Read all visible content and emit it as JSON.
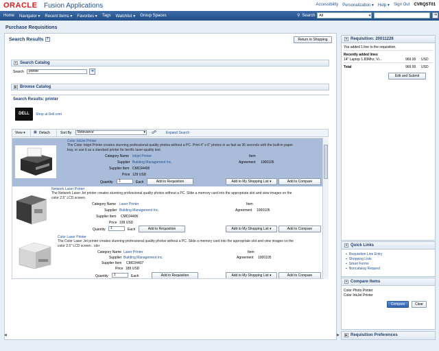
{
  "header": {
    "logo": "ORACLE",
    "app_name": "Fusion Applications",
    "links": [
      "Accessibility",
      "Personalization ▾",
      "Help ▾",
      "Sign Out"
    ],
    "user": "CVRQST01"
  },
  "nav": {
    "items": [
      "Home",
      "Navigator ▾",
      "Recent Items ▾",
      "Favorites ▾",
      "Tags",
      "Watchlist ▾",
      "Group Spaces"
    ],
    "search_label": "Search",
    "search_scope": "All"
  },
  "page": {
    "title": "Purchase Requisitions",
    "search_results_title": "Search Results",
    "return_button": "Return to Shopping"
  },
  "search_catalog": {
    "header": "Search Catalog",
    "search_label": "Search",
    "search_value": "printer"
  },
  "browse_catalog": {
    "header": "Browse Catalog"
  },
  "results": {
    "header": "Search Results: printer",
    "punchout": "Shop at Dell.com",
    "dell_logo": "DELL",
    "toolbar": {
      "view": "View ▾",
      "detach": "Detach",
      "sort_by_label": "Sort By",
      "sort_by_value": "Relevance",
      "expand_search": "Expand Search"
    },
    "labels": {
      "category": "Category Name",
      "supplier": "Supplier",
      "supplier_item": "Supplier Item",
      "price": "Price",
      "item": "Item",
      "agreement": "Agreement",
      "quantity": "Quantity",
      "uom": "Each",
      "add_req": "Add to Requisition",
      "add_list": "Add to My Shopping List ▾",
      "add_compare": "Add to Compare"
    },
    "items": [
      {
        "name": "Color InkJet Printer",
        "desc_1": "The Color Inkjet Printer creates stunning professional quality photos without a PC. Print 4\" x 6\" photos in as fast as 36 seconds with the built-in paper",
        "desc_2": "tray, or use it as a standard printer for terrific laser-quality text.",
        "category": "Inkjet Printer",
        "supplier": "Building Management Inc.",
        "supplier_item": "CMC04405",
        "price": "129 USD",
        "item": "",
        "agreement": "1000105",
        "quantity": "1"
      },
      {
        "name": "Network Laser Printer",
        "desc_1": "The Network Laser Jet printer creates stunning professional quality photos without a PC. Slide a memory card into the appropriate slot and view images on the",
        "desc_2": "color 2.5\" LCD screen.",
        "category": "Laser Printer",
        "supplier": "Building Management Inc.",
        "supplier_item": "CMC04406",
        "price": "199 USD",
        "item": "",
        "agreement": "1000105",
        "quantity": "1"
      },
      {
        "name": "Color Laser Printer",
        "desc_1": "The Color Laser Jet printer creates stunning professional quality photos without a PC. Slide a memory card into the appropriate slot and view images on the",
        "desc_2": "color 2.5\" LCD screen . olor",
        "category": "Laser Printer",
        "supplier": "Building Management Inc.",
        "supplier_item": "CMC04407",
        "price": "189 USD",
        "item": "",
        "agreement": "1000105",
        "quantity": "1"
      }
    ]
  },
  "requisition": {
    "header": "Requisition: 20011226",
    "message": "You added 1 line to the requisition.",
    "recent_label": "Recently added lines",
    "line_desc": "14\" Laptop 1.83Mhz, Vi...",
    "line_amount": "969.00",
    "line_currency": "USD",
    "total_label": "Total",
    "total_amount": "969.00",
    "total_currency": "USD",
    "edit_button": "Edit and Submit"
  },
  "quick_links": {
    "header": "Quick Links",
    "items": [
      "Requisition Line Entry",
      "Shopping Lists",
      "Smart Forms",
      "Noncatalog Request"
    ]
  },
  "compare": {
    "header": "Compare Items",
    "items": [
      "Color Photo Printer",
      "Color InkJet Printer"
    ],
    "compare_button": "Compare",
    "clear_button": "Clear"
  },
  "preferences": {
    "header": "Requisition Preferences"
  },
  "colors": {
    "brand_red": "#e01b22",
    "nav_blue": "#24508a",
    "highlight": "#a9bcd9"
  }
}
